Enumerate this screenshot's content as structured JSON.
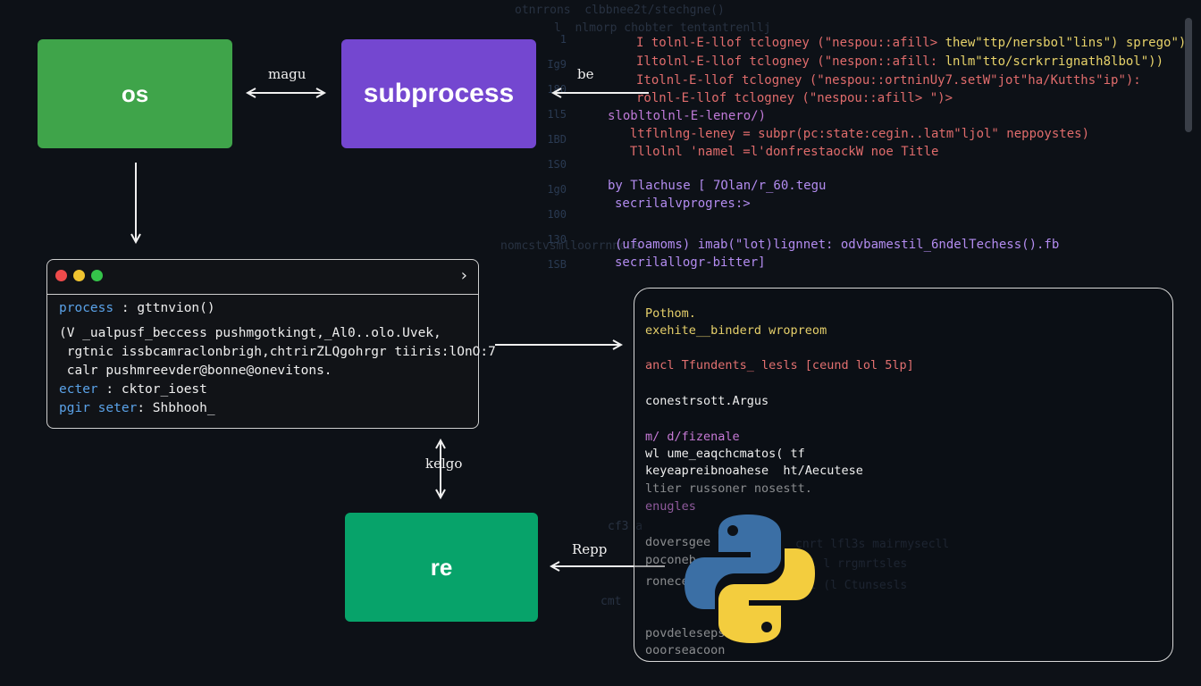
{
  "modules": {
    "os": "os",
    "subprocess": "subprocess",
    "re": "re"
  },
  "edge_labels": {
    "os_subprocess": "magu",
    "code_subprocess": "be",
    "terminal_re": "kelgo",
    "panel_re": "Repp"
  },
  "terminal": {
    "lines": [
      {
        "key": "process",
        "sep": " : ",
        "val": "gttnvion()"
      },
      {
        "text": "(V _ualpusf_beccess pushmgotkingt,_Al0..olo.Uvek,"
      },
      {
        "text": " rgtnic issbcamraclonbrigh,chtrirZLQgohrgr tiiris:lOnO:7"
      },
      {
        "text": " calr pushmreevder@bonne@onevitons."
      },
      {
        "key": "ecter",
        "sep": " : ",
        "val": "cktor_ioest"
      },
      {
        "key": "pgir seter",
        "sep": ": ",
        "val": "Shbhooh_"
      }
    ]
  },
  "code_lines": [
    {
      "color": "c-red",
      "text": "I tolnl-E-llof tclogney (\"nespou::afill> ",
      "rest": "thew\"ttp/nersbol\"lins\") sprego\")"
    },
    {
      "color": "c-red",
      "text": "Iltolnl-E-llof tclogney (\"nespon::afill: ",
      "rest": "lnlm\"tto/scrkrrignath8lbol\"))"
    },
    {
      "color": "c-red",
      "text": "Itolnl-E-llof tclogney (\"nespou::ortninUy7.setW\"jot\"ha/Kutths\"ip\"):",
      "rest": ""
    },
    {
      "color": "c-red",
      "text": "rolnl-E-llof tclogney (\"nespou::afill> \")>",
      "rest": ""
    },
    {
      "color": "c-mag",
      "text": "slobltolnl-E-lenero/)",
      "rest": ""
    },
    {
      "color": "c-red",
      "text": "  ltflnlng-leney = subpr(pc:state:cegin..latm\"ljol\" neppoystes)",
      "rest": ""
    },
    {
      "color": "c-red",
      "text": "  Tllolnl 'namel =l'donfrestaockW noe Title",
      "rest": ""
    }
  ],
  "code_lines_lower": [
    {
      "color": "c-pur",
      "text": "by Tlachuse [ 7Olan/r_60.tegu"
    },
    {
      "color": "c-pur",
      "text": "secrilalvprogres:>"
    },
    {
      "color": "c-pur",
      "text": "(ufoamoms) imab(\"lot)lignnet: odvbamestil_6ndelTechess().fb"
    },
    {
      "color": "c-pur",
      "text": "secrilallogr-bitter]"
    }
  ],
  "panel": {
    "lines": [
      {
        "color": "p-yel",
        "text": "Pothom."
      },
      {
        "color": "p-yel",
        "text": "exehite__binderd wropreom"
      },
      {
        "color": "p-red",
        "text": "ancl Tfundents_ lesls [ceund lol 5lp]"
      },
      {
        "color": "p-wht",
        "text": "conestrsott.Argus"
      },
      {
        "color": "p-mag",
        "text": "m/ d/fizenale"
      },
      {
        "color": "p-wht",
        "text": "wl ume_eaqchcmatos( tf"
      },
      {
        "color": "p-wht",
        "text": "keyeapreibnoahese  ht/Aecutese"
      },
      {
        "color": "p-wht",
        "text": "ltier russoner nosestt."
      },
      {
        "color": "p-mag",
        "text": "enugles"
      },
      {
        "color": "p-wht",
        "text": "doversgee"
      },
      {
        "color": "p-wht",
        "text": "poconeb"
      },
      {
        "color": "p-wht",
        "text": "ronecer"
      },
      {
        "color": "p-wht",
        "text": "povdeleseps"
      },
      {
        "color": "p-wht",
        "text": "ooorseacoon"
      }
    ]
  },
  "colors": {
    "os": "#3fa44a",
    "subprocess": "#7447d0",
    "re": "#07a36a",
    "python_blue": "#3b6fa5",
    "python_yellow": "#f3cd3e"
  }
}
